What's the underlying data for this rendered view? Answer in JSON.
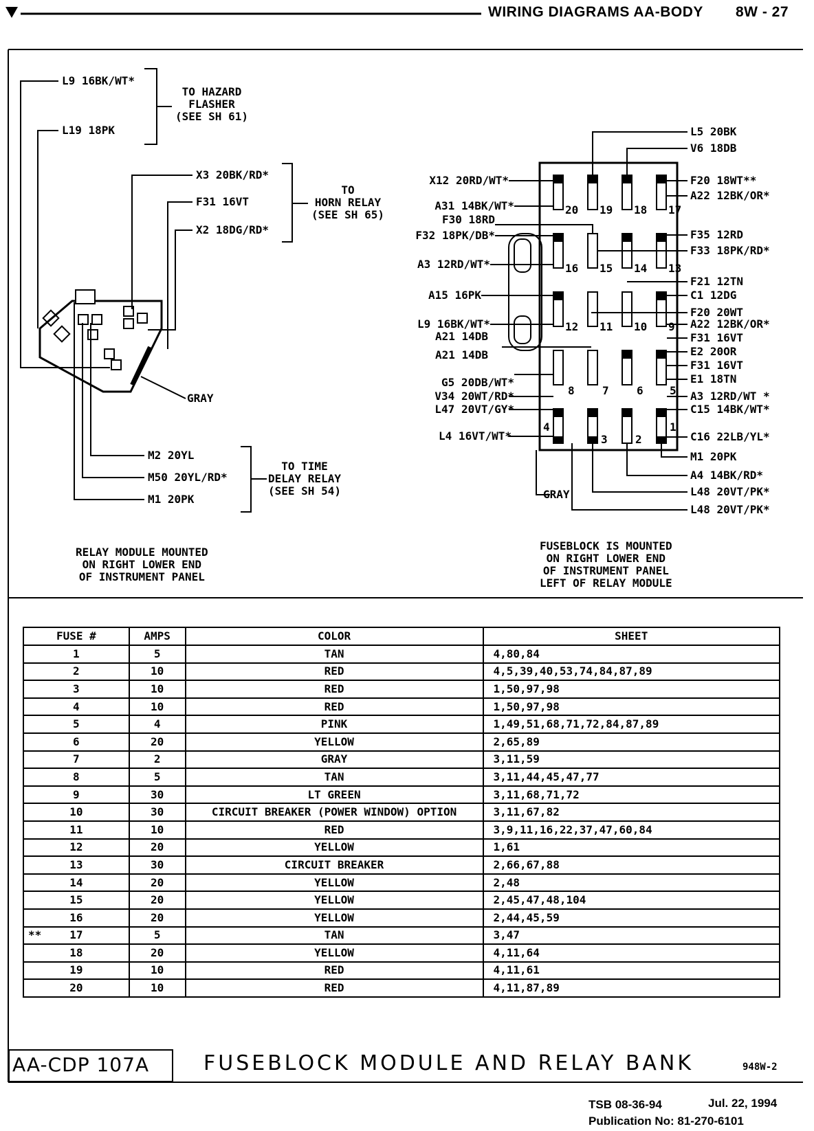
{
  "header": {
    "title": "WIRING DIAGRAMS AA-BODY",
    "page": "8W - 27"
  },
  "relay_module": {
    "hazard_wires": [
      "L9 16BK/WT*",
      "L19 18PK"
    ],
    "hazard_dest": "TO HAZARD\nFLASHER\n(SEE SH 61)",
    "horn_wires": [
      "X3 20BK/RD*",
      "F31 16VT",
      "X2 18DG/RD*"
    ],
    "horn_dest": "TO\nHORN RELAY\n(SEE SH 65)",
    "gray": "GRAY",
    "tdr_wires": [
      "M2 20YL",
      "M50 20YL/RD*",
      "M1 20PK"
    ],
    "tdr_dest": "TO TIME\nDELAY RELAY\n(SEE SH 54)",
    "note": "RELAY MODULE MOUNTED\nON RIGHT LOWER END\nOF INSTRUMENT PANEL"
  },
  "fuseblock": {
    "top_wires": [
      "L5 20BK",
      "V6 18DB"
    ],
    "left_wires": [
      "X12 20RD/WT*",
      "A31 14BK/WT*",
      "F30 18RD",
      "F32 18PK/DB*",
      "A3 12RD/WT*",
      "A15 16PK",
      "L9 16BK/WT*",
      "A21 14DB",
      "A21 14DB",
      "G5 20DB/WT*",
      "V34 20WT/RD*",
      "L47 20VT/GY*",
      "L4 16VT/WT*"
    ],
    "right_wires": [
      "F20 18WT**",
      "A22 12BK/OR*",
      "F35 12RD",
      "F33 18PK/RD*",
      "F21 12TN",
      "C1 12DG",
      "F20 20WT",
      "A22 12BK/OR*",
      "F31 16VT",
      "E2 20OR",
      "F31 16VT",
      "E1 18TN",
      "A3 12RD/WT *",
      "C15 14BK/WT*",
      "C16 22LB/YL*"
    ],
    "bottom_wires": [
      "M1 20PK",
      "A4 14BK/RD*",
      "L48 20VT/PK*",
      "L48 20VT/PK*"
    ],
    "gray": "GRAY",
    "fuse_numbers": [
      "20",
      "19",
      "18",
      "17",
      "16",
      "15",
      "14",
      "13",
      "12",
      "11",
      "10",
      "9",
      "8",
      "7",
      "6",
      "5",
      "4",
      "3",
      "2",
      "1"
    ],
    "note": "FUSEBLOCK IS MOUNTED\nON RIGHT LOWER END\nOF INSTRUMENT PANEL\nLEFT OF RELAY MODULE"
  },
  "table": {
    "headers": [
      "FUSE #",
      "AMPS",
      "COLOR",
      "SHEET"
    ],
    "rows": [
      {
        "fuse": "1",
        "amps": "5",
        "color": "TAN",
        "sheet": "4,80,84"
      },
      {
        "fuse": "2",
        "amps": "10",
        "color": "RED",
        "sheet": "4,5,39,40,53,74,84,87,89"
      },
      {
        "fuse": "3",
        "amps": "10",
        "color": "RED",
        "sheet": "1,50,97,98"
      },
      {
        "fuse": "4",
        "amps": "10",
        "color": "RED",
        "sheet": "1,50,97,98"
      },
      {
        "fuse": "5",
        "amps": "4",
        "color": "PINK",
        "sheet": "1,49,51,68,71,72,84,87,89"
      },
      {
        "fuse": "6",
        "amps": "20",
        "color": "YELLOW",
        "sheet": "2,65,89"
      },
      {
        "fuse": "7",
        "amps": "2",
        "color": "GRAY",
        "sheet": "3,11,59"
      },
      {
        "fuse": "8",
        "amps": "5",
        "color": "TAN",
        "sheet": "3,11,44,45,47,77"
      },
      {
        "fuse": "9",
        "amps": "30",
        "color": "LT GREEN",
        "sheet": "3,11,68,71,72"
      },
      {
        "fuse": "10",
        "amps": "30",
        "color": "CIRCUIT BREAKER (POWER WINDOW) OPTION",
        "sheet": "3,11,67,82"
      },
      {
        "fuse": "11",
        "amps": "10",
        "color": "RED",
        "sheet": "3,9,11,16,22,37,47,60,84"
      },
      {
        "fuse": "12",
        "amps": "20",
        "color": "YELLOW",
        "sheet": "1,61"
      },
      {
        "fuse": "13",
        "amps": "30",
        "color": "CIRCUIT BREAKER",
        "sheet": "2,66,67,88"
      },
      {
        "fuse": "14",
        "amps": "20",
        "color": "YELLOW",
        "sheet": "2,48"
      },
      {
        "fuse": "15",
        "amps": "20",
        "color": "YELLOW",
        "sheet": "2,45,47,48,104"
      },
      {
        "fuse": "16",
        "amps": "20",
        "color": "YELLOW",
        "sheet": "2,44,45,59"
      },
      {
        "fuse": "17",
        "amps": "5",
        "color": "TAN",
        "sheet": "3,47",
        "mark": "**"
      },
      {
        "fuse": "18",
        "amps": "20",
        "color": "YELLOW",
        "sheet": "4,11,64"
      },
      {
        "fuse": "19",
        "amps": "10",
        "color": "RED",
        "sheet": "4,11,61"
      },
      {
        "fuse": "20",
        "amps": "10",
        "color": "RED",
        "sheet": "4,11,87,89"
      }
    ]
  },
  "title_block": {
    "code": "AA-CDP 107A",
    "title": "FUSEBLOCK MODULE AND RELAY BANK",
    "ref": "948W-2"
  },
  "footer": {
    "tsb": "TSB 08-36-94",
    "date": "Jul. 22, 1994",
    "publication": "Publication No: 81-270-6101"
  }
}
